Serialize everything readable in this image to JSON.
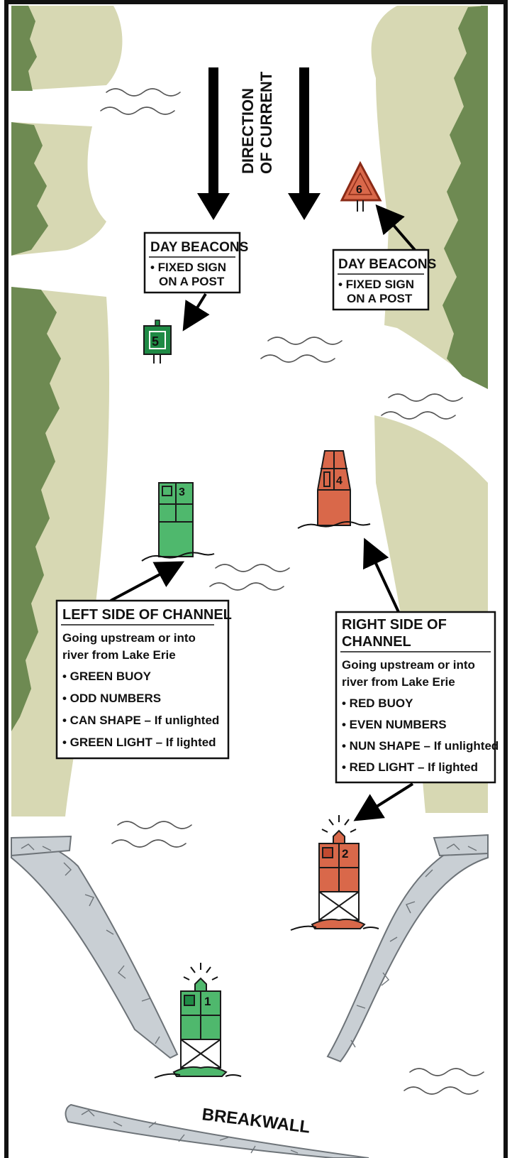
{
  "colors": {
    "land": "#d7d8b3",
    "trees": "#6e8a52",
    "green_marker": "#4fb86d",
    "green_dark": "#1f8a45",
    "red_marker": "#d9684a",
    "red_dark": "#c24a30",
    "rock": "#c9cfd4",
    "water": "#ffffff"
  },
  "current": {
    "line1": "DIRECTION",
    "line2": "OF CURRENT"
  },
  "beacon_left": {
    "title": "DAY BEACONS",
    "bullet_line1": "• FIXED SIGN",
    "bullet_line2": "ON A POST",
    "number": "5",
    "shape": "square",
    "icon": "green-square-daybeacon-icon"
  },
  "beacon_right": {
    "title": "DAY BEACONS",
    "bullet_line1": "• FIXED SIGN",
    "bullet_line2": "ON A POST",
    "number": "6",
    "shape": "triangle",
    "icon": "red-triangle-daybeacon-icon"
  },
  "buoys": {
    "buoy_1": "1",
    "buoy_2": "2",
    "buoy_3": "3",
    "buoy_4": "4"
  },
  "left_box": {
    "title": "LEFT SIDE OF CHANNEL",
    "intro1": "Going upstream or into",
    "intro2": "river from Lake Erie",
    "items": [
      "• GREEN BUOY",
      "• ODD NUMBERS",
      "• CAN SHAPE – If unlighted",
      "• GREEN LIGHT – If lighted"
    ]
  },
  "right_box": {
    "title1": "RIGHT SIDE OF",
    "title2": "CHANNEL",
    "intro1": "Going upstream or into",
    "intro2": "river from Lake Erie",
    "items": [
      "• RED BUOY",
      "• EVEN NUMBERS",
      "• NUN SHAPE – If unlighted",
      "• RED LIGHT – If lighted"
    ]
  },
  "breakwall": "BREAKWALL"
}
